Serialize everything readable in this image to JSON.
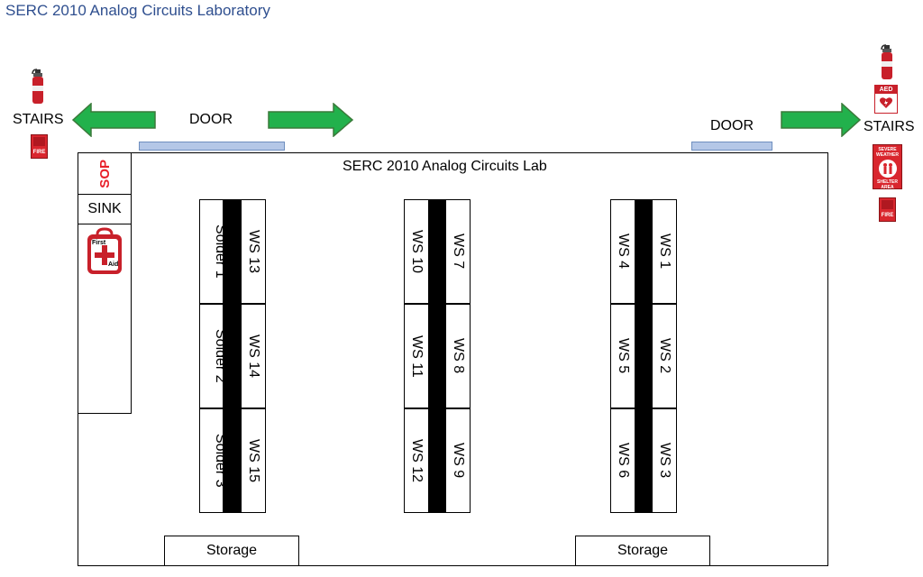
{
  "page_title": "SERC 2010 Analog Circuits Laboratory",
  "lab_name": "SERC 2010 Analog Circuits Lab",
  "left_exit": {
    "stairs": "STAIRS",
    "door": "DOOR",
    "fire_label": "FIRE"
  },
  "right_exit": {
    "door": "DOOR",
    "stairs": "STAIRS",
    "aed_label": "AED",
    "shelter_top": "SEVERE WEATHER",
    "shelter_bottom": "SHELTER AREA",
    "fire_label": "FIRE"
  },
  "left_column": {
    "sop": "SOP",
    "sink": "SINK",
    "first_aid_line1": "First",
    "first_aid_line2": "Aid"
  },
  "benches": [
    {
      "left": [
        "Solder 1",
        "Solder 2",
        "Solder 3"
      ],
      "right": [
        "WS 13",
        "WS 14",
        "WS 15"
      ]
    },
    {
      "left": [
        "WS 10",
        "WS 11",
        "WS 12"
      ],
      "right": [
        "WS 7",
        "WS 8",
        "WS 9"
      ]
    },
    {
      "left": [
        "WS 4",
        "WS 5",
        "WS 6"
      ],
      "right": [
        "WS 1",
        "WS 2",
        "WS 3"
      ]
    }
  ],
  "storage": [
    "Storage",
    "Storage"
  ],
  "colors": {
    "arrow": "#22b14c",
    "door": "#b4c7e7",
    "red": "#e8202a",
    "title": "#2f4f8f"
  }
}
